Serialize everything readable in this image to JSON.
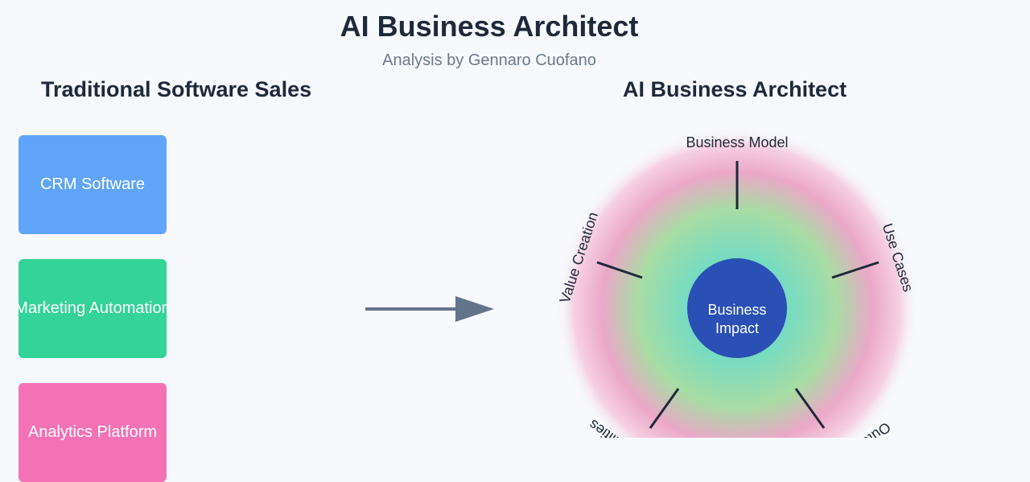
{
  "header": {
    "title": "AI Business Architect",
    "subtitle": "Analysis by Gennaro Cuofano"
  },
  "left_panel": {
    "title": "Traditional Software Sales",
    "boxes": [
      {
        "label": "CRM Software",
        "color": "#60a5fa"
      },
      {
        "label": "Marketing Automation",
        "color": "#34d399"
      },
      {
        "label": "Analytics Platform",
        "color": "#f472b6"
      }
    ]
  },
  "right_panel": {
    "title": "AI Business Architect",
    "center_label_line1": "Business",
    "center_label_line2": "Impact",
    "center_color": "#2a4fb5",
    "spokes": [
      {
        "label": "Business Model"
      },
      {
        "label": "Use Cases"
      },
      {
        "label": "Outcomes"
      },
      {
        "label": "Capabilities"
      },
      {
        "label": "Value Creation"
      }
    ]
  },
  "arrow": {
    "icon": "right-arrow-icon",
    "color": "#64748b"
  }
}
